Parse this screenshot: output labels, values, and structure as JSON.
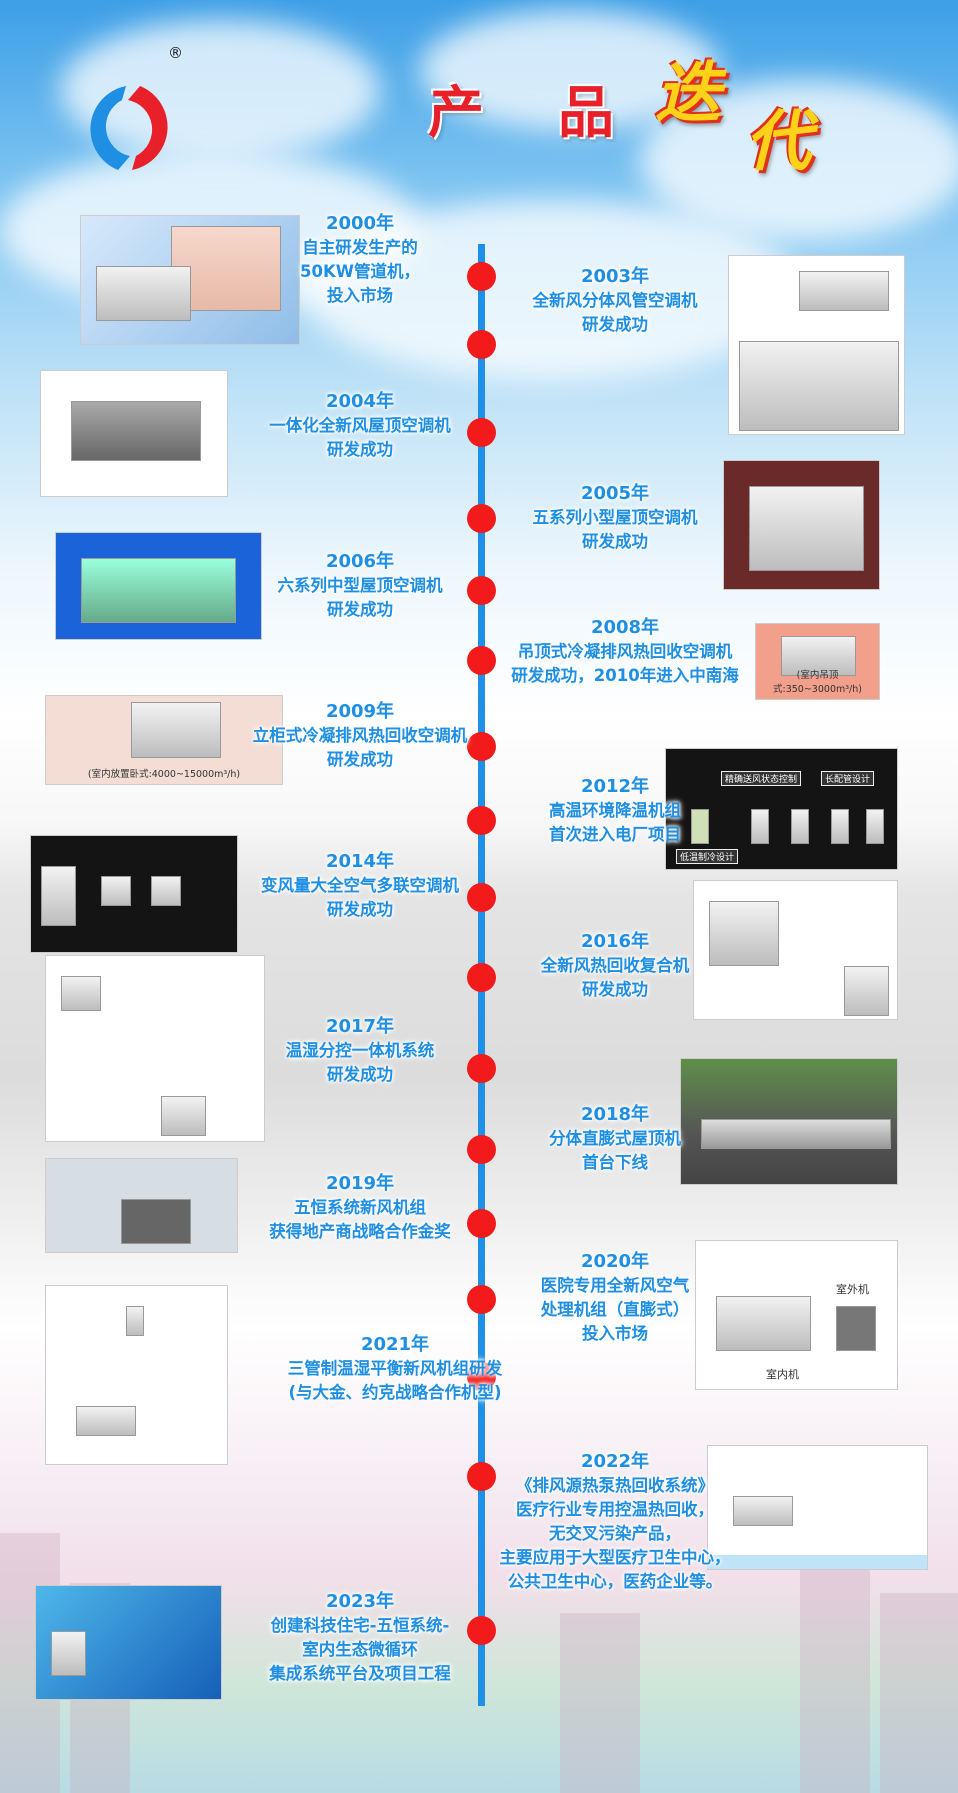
{
  "header": {
    "title_part1": "产",
    "title_part2": "品",
    "title_part3": "迭",
    "title_part4": "代",
    "registered_mark": "®",
    "logo": "company-logo-s-arrows"
  },
  "colors": {
    "timeline": "#1e90e8",
    "dot": "#f21a1a",
    "text": "#1e8fe3",
    "title_red": "#e8202a",
    "title_yellow": "#ffd21a"
  },
  "timeline": [
    {
      "year": "2000年",
      "lines": [
        "自主研发生产的",
        "50KW管道机，",
        "投入市场"
      ]
    },
    {
      "year": "2003年",
      "lines": [
        "全新风分体风管空调机",
        "研发成功"
      ]
    },
    {
      "year": "2004年",
      "lines": [
        "一体化全新风屋顶空调机",
        "研发成功"
      ]
    },
    {
      "year": "2005年",
      "lines": [
        "五系列小型屋顶空调机",
        "研发成功"
      ]
    },
    {
      "year": "2006年",
      "lines": [
        "六系列中型屋顶空调机",
        "研发成功"
      ]
    },
    {
      "year": "2008年",
      "lines": [
        "吊顶式冷凝排风热回收空调机",
        "研发成功，2010年进入中南海"
      ]
    },
    {
      "year": "2009年",
      "lines": [
        "立柜式冷凝排风热回收空调机",
        "研发成功"
      ]
    },
    {
      "year": "2012年",
      "lines": [
        "高温环境降温机组",
        "首次进入电厂项目"
      ]
    },
    {
      "year": "2014年",
      "lines": [
        "变风量大全空气多联空调机",
        "研发成功"
      ]
    },
    {
      "year": "2016年",
      "lines": [
        "全新风热回收复合机",
        "研发成功"
      ]
    },
    {
      "year": "2017年",
      "lines": [
        "温湿分控一体机系统",
        "研发成功"
      ]
    },
    {
      "year": "2018年",
      "lines": [
        "分体直膨式屋顶机",
        "首台下线"
      ]
    },
    {
      "year": "2019年",
      "lines": [
        "五恒系统新风机组",
        "获得地产商战略合作金奖"
      ]
    },
    {
      "year": "2020年",
      "lines": [
        "医院专用全新风空气",
        "处理机组（直膨式）",
        "投入市场"
      ]
    },
    {
      "year": "2021年",
      "lines": [
        "三管制温湿平衡新风机组研发",
        "(与大金、约克战略合作机型)"
      ]
    },
    {
      "year": "2022年",
      "lines": [
        "《排风源热泵热回收系统》",
        "医疗行业专用控温热回收，",
        "无交叉污染产品，",
        "主要应用于大型医疗卫生中心，",
        "公共卫生中心，医药企业等。"
      ]
    },
    {
      "year": "2023年",
      "lines": [
        "创建科技住宅-五恒系统-",
        "室内生态微循环",
        "集成系统平台及项目工程"
      ]
    }
  ],
  "image_captions": {
    "img_2008": "(室内吊顶式:350~3000m³/h)",
    "img_2009": "(室内放置卧式:4000~15000m³/h)",
    "img_2012_1": "精确送风状态控制",
    "img_2012_2": "长配管设计",
    "img_2012_3": "低温制冷设计",
    "img_2020_outdoor": "室外机",
    "img_2020_indoor": "室内机"
  }
}
